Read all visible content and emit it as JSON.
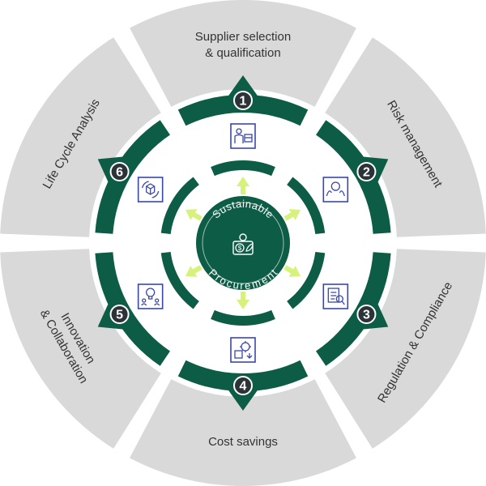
{
  "diagram": {
    "center": {
      "title_top": "Sustainable",
      "title_bottom": "Procurement",
      "icon": "money-leaf-icon"
    },
    "segments": [
      {
        "number": "1",
        "label_lines": [
          "Supplier selection",
          "& qualification"
        ],
        "icon": "supplier-icon"
      },
      {
        "number": "2",
        "label_lines": [
          "Risk management"
        ],
        "icon": "risk-hands-icon"
      },
      {
        "number": "3",
        "label_lines": [
          "Regulation & Compliance"
        ],
        "icon": "compliance-document-icon"
      },
      {
        "number": "4",
        "label_lines": [
          "Cost savings"
        ],
        "icon": "cost-savings-icon"
      },
      {
        "number": "5",
        "label_lines": [
          "Innovation",
          "& Collaboration"
        ],
        "icon": "innovation-bulb-icon"
      },
      {
        "number": "6",
        "label_lines": [
          "Life Cycle Analysis"
        ],
        "icon": "life-cycle-box-icon"
      }
    ],
    "colors": {
      "outer_ring": "#d9d9d9",
      "dark_green": "#0d5c45",
      "arrow_lime": "#d6f27a",
      "icon_blue": "#3a47a8",
      "badge_bg": "#2b3338"
    }
  }
}
